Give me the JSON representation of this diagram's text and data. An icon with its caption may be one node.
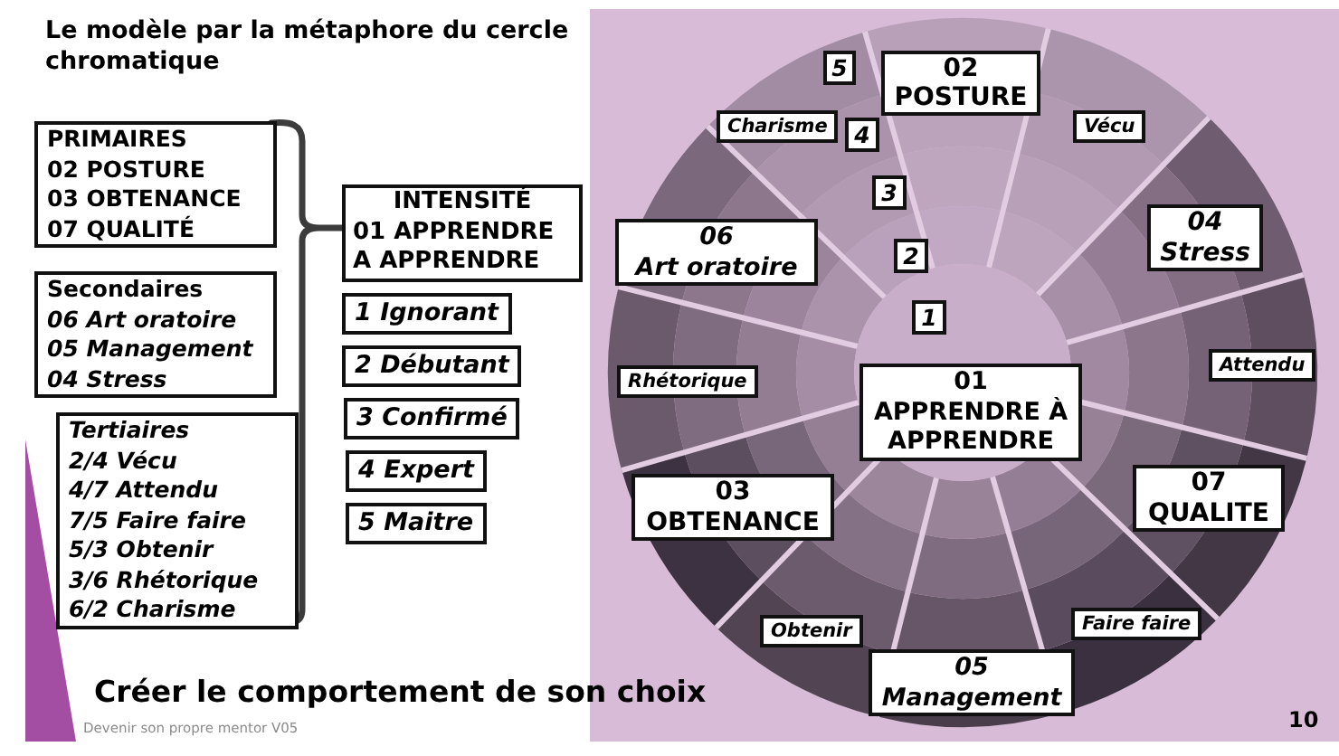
{
  "diagram": {
    "title": "Le modèle par la métaphore du cercle chromatique",
    "caption": "Créer le comportement de son choix",
    "nodes": [
      {
        "text": [
          "PRIMAIRES",
          "02 POSTURE",
          "03 OBTENANCE",
          "07 QUALITÉ"
        ]
      },
      {
        "text": [
          "Secondaires",
          "06 Art oratoire",
          "05 Management",
          "04 Stress"
        ]
      },
      {
        "text": [
          "Tertiaires",
          "2/4 Vécu",
          "4/7 Attendu",
          "7/5 Faire faire",
          "5/3 Obtenir",
          "3/6 Rhétorique",
          "6/2 Charisme"
        ]
      },
      {
        "text": [
          "INTENSITÉ",
          "01 APPRENDRE A APPRENDRE"
        ]
      },
      {
        "text": [
          "1 Ignorant"
        ]
      },
      {
        "text": [
          "2 Débutant"
        ]
      },
      {
        "text": [
          "3 Confirmé"
        ]
      },
      {
        "text": [
          "4 Expert"
        ]
      },
      {
        "text": [
          "5 Maitre"
        ]
      },
      {
        "text": [
          "5"
        ]
      },
      {
        "text": [
          "02 POSTURE"
        ]
      },
      {
        "text": [
          "Charisme"
        ]
      },
      {
        "text": [
          "4"
        ]
      },
      {
        "text": [
          "Vécu"
        ]
      },
      {
        "text": [
          "3"
        ]
      },
      {
        "text": [
          "06 Art oratoire"
        ]
      },
      {
        "text": [
          "04 Stress"
        ]
      },
      {
        "text": [
          "2"
        ]
      },
      {
        "text": [
          "1"
        ]
      },
      {
        "text": [
          "Attendu"
        ]
      },
      {
        "text": [
          "Rhétorique"
        ]
      },
      {
        "text": [
          "01 APPRENDRE À APPRENDRE"
        ]
      },
      {
        "text": [
          "07 QUALITE"
        ]
      },
      {
        "text": [
          "03 OBTENANCE"
        ]
      },
      {
        "text": [
          "Faire faire"
        ]
      },
      {
        "text": [
          "Obtenir"
        ]
      },
      {
        "text": [
          "05 Management"
        ]
      }
    ],
    "labels": [
      "Devenir son propre mentor V05",
      "10"
    ]
  }
}
